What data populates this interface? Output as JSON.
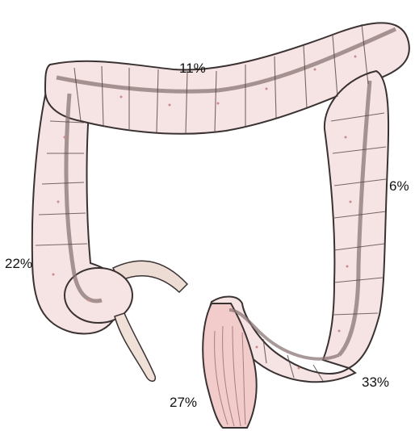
{
  "segments": {
    "transverse": {
      "percent": "11%"
    },
    "descending": {
      "percent": "6%"
    },
    "ascending": {
      "percent": "22%"
    },
    "sigmoid": {
      "percent": "33%"
    },
    "rectum": {
      "percent": "27%"
    }
  },
  "colors": {
    "tissue_fill": "#f6e3e3",
    "tissue_stroke": "#3a3232",
    "band_fill": "#bfb0b0",
    "appendix_fill": "#efe1d8",
    "rectum_fill": "#f1cccb"
  }
}
